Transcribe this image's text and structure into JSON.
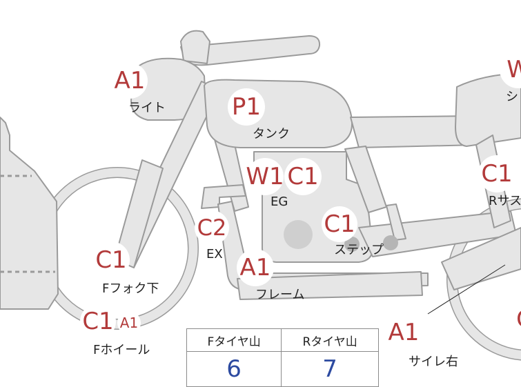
{
  "colors": {
    "part_fill": "#e6e6e6",
    "part_stroke": "#9a9a9a",
    "code_red": "#b23a3a",
    "value_blue": "#2c4aa0"
  },
  "badges": {
    "light_code": "A1",
    "tank_code": "P1",
    "eg_code_1": "W1",
    "eg_code_2": "C1",
    "step_code": "C1",
    "ex_code": "C2",
    "frame_code": "A1",
    "ffork_code": "C1",
    "fwheel_code_1": "C1",
    "fwheel_code_2": "A1",
    "silencer_code": "A1",
    "rsus_code": "C1",
    "seat_code": "W",
    "rwheel_code": "C"
  },
  "labels": {
    "light": "ライト",
    "tank": "タンク",
    "eg": "EG",
    "step": "ステップ",
    "ex": "EX",
    "frame": "フレーム",
    "ffork": "Fフォク下",
    "fwheel": "Fホイール",
    "silencer": "サイレ右",
    "rsus": "Rサス",
    "seat": "シ"
  },
  "tire_table": {
    "front_header": "Fタイヤ山",
    "rear_header": "Rタイヤ山",
    "front_value": "6",
    "rear_value": "7"
  }
}
